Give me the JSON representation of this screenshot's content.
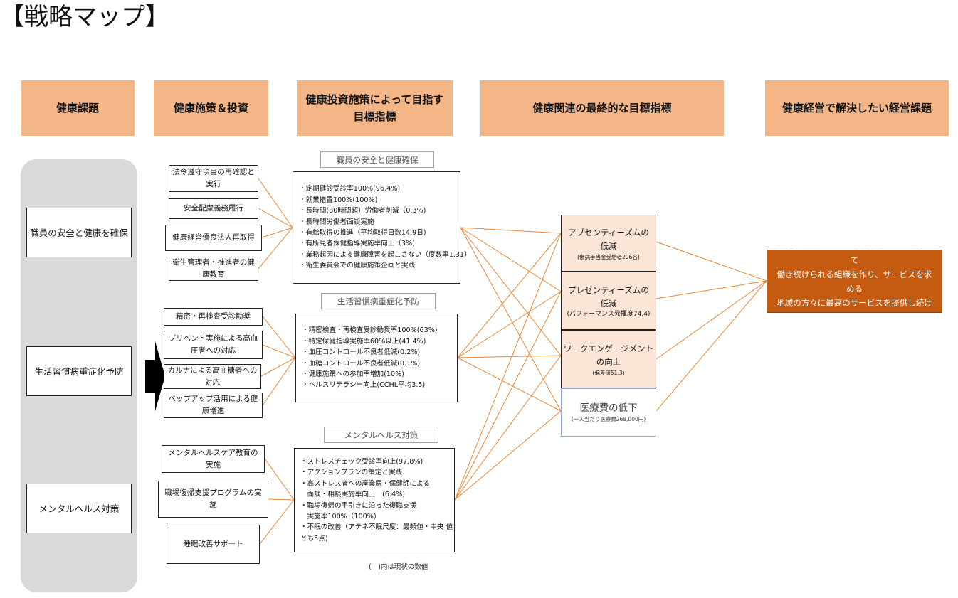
{
  "title": "【戦略マップ】",
  "headers": [
    "健康課題",
    "健康施策＆投資",
    "健康投資施策によって目指す目標指標",
    "健康関連の最終的な目標指標",
    "健康経営で解決したい経営課題"
  ],
  "issues": [
    "職員の安全と健康を確保",
    "生活習慣病重症化予防",
    "メンタルヘルス対策"
  ],
  "measures": {
    "safety": [
      "法令遵守項目の再確認と実行",
      "安全配慮義務履行",
      "健康経営優良法人再取得",
      "衛生管理者・推進者の健康教育"
    ],
    "lifestyle": [
      "精密・再検査受診勧奨",
      "プリベント実施による高血圧者への対応",
      "カルナによる高血糖者への対応",
      "ペップアップ活用による健康増進"
    ],
    "mental": [
      "メンタルヘルスケア教育の実施",
      "職場復帰支援プログラムの実施",
      "睡眠改善サポート"
    ]
  },
  "indicator_groups": [
    {
      "label": "職員の安全と健康確保",
      "items": [
        "・定期健診受診率100%(96.4%)",
        "・就業措置100%(100%)",
        "・長時間(80時間超）労働者削減（0.3%)",
        "・長時間労働者面談実施",
        "・有給取得の推進（平均取得日数14.9日)",
        "・有所見者保健指導実施率向上（3%)",
        "・業務起因による健康障害を起こさない（度数率1.31）",
        "・衛生委員会での健康施策企画と実践"
      ]
    },
    {
      "label": "生活習慣病重症化予防",
      "items": [
        "・精密検査・再検査受診勧奨率100%(63%)",
        "・特定保健指導実施率60%以上(41.4%)",
        "・血圧コントロール不良者低減(0.2%)",
        "・血糖コントロール不良者低減(0.1%)",
        "・健康施策への参加率増加(10%)",
        "・ヘルスリテラシー向上(CCHL平均3.5)"
      ]
    },
    {
      "label": "メンタルヘルス対策",
      "items": [
        "・ストレスチェック受診率向上(97.8%)",
        "・アクションプランの策定と実践",
        "・高ストレス者への産業医・保健師による",
        "　面談・相談実施率向上　(6.4%)",
        "・職場復帰の手引きに沿った復職支援",
        "　実施率100%（100%)",
        "・不眠の改善（アテネ不眠尺度：最頻値・中央 値",
        "とも5点)"
      ]
    }
  ],
  "final_indicators": [
    {
      "lines": [
        "アブセンティーズムの",
        "低減"
      ],
      "sub": "(傷病手当金受給者296名)"
    },
    {
      "lines": [
        "プレゼンティーズムの",
        "低減"
      ],
      "sub": "(パフォーマンス発揮度74.4)"
    },
    {
      "lines": [
        "ワークエンゲージメント",
        "の向上"
      ],
      "sub": "(偏差値51.3)"
    },
    {
      "lines": [
        "医療費の低下"
      ],
      "sub": "(一人当たり医療費268,000円)"
    }
  ],
  "goal_lines": [
    "仲間を大切に、長く元気に働きがいを持って",
    "働き続けられる組織を作り、サービスを求める",
    "地域の方々に最高のサービスを提供し続ける"
  ],
  "note": "(　)内は現状の数値",
  "colors": {
    "header": "#f5b687",
    "final": "#fbe5d6",
    "goal": "#c55a11",
    "connector": "#e8883a",
    "panel": "#d9d9d9"
  }
}
